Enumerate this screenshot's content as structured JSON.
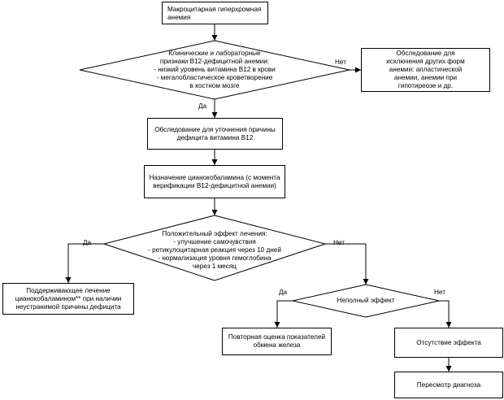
{
  "nodes": {
    "start": "Макроцитарная гиперхромная\nанемия",
    "decision1": "Клинические и лабораторные\nпризнаки B12-дефицитной анемии:\n- низкий уровень витамина B12 в крови\n- мегалобластическое кроветворение\nв костном мозге",
    "exclusion": "Обследование для\nисключения других форм\nанемии: апластической\nанемии, анемии при\nгипотиреозе и др.",
    "clarify": "Обследование для уточнения причины\nдефицита витамина B12",
    "prescribe": "Назначение цианокобаламина (с момента\nверификации B12-дефицитной анемии)",
    "decision2": "Положительный эффект лечения:\n- улучшение самочувствия\n- ретикулоцитарная реакция через 10 дней\n- нормализация уровня гемоглобина\nчерез 1 месяц",
    "maintenance": "Поддерживающее лечение\nцианокобаламином** при наличии\nнеустранимой причины дефицита",
    "decision3": "Неполный эффект",
    "iron": "Повторная оценка показателей\nобмена железа",
    "no_effect": "Отсутствие эффекта",
    "review": "Пересмотр диагноза"
  },
  "edge_labels": {
    "d1_no": "Нет",
    "d1_yes": "Да",
    "d2_yes": "Да",
    "d2_no": "Нет",
    "d3_yes": "Да",
    "d3_no": "Нет"
  }
}
